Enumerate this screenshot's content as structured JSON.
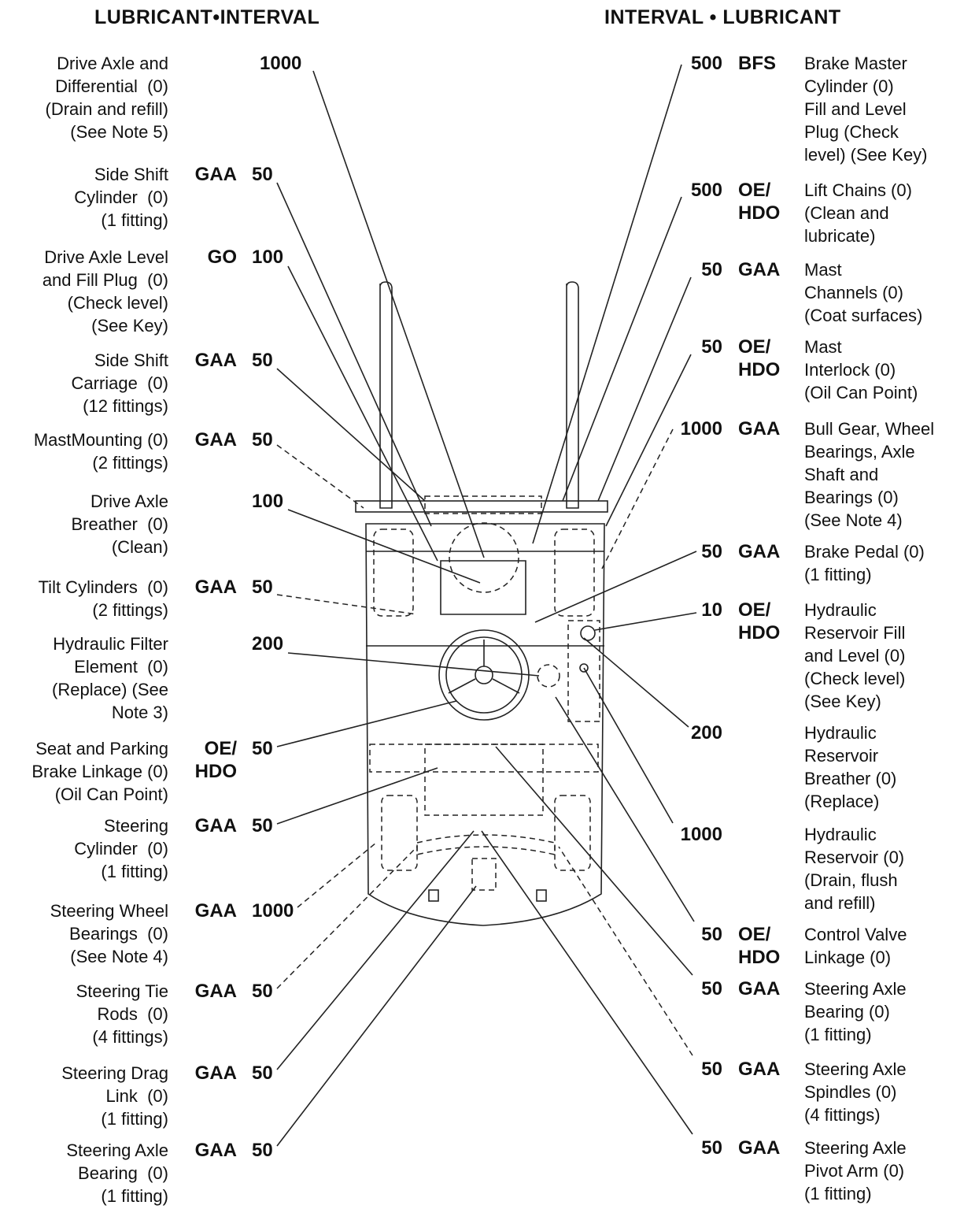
{
  "headers": {
    "left": "LUBRICANT•INTERVAL",
    "right": "INTERVAL • LUBRICANT"
  },
  "left_items": [
    {
      "desc": "Drive Axle and\nDifferential  (0)\n(Drain and refill)\n(See Note 5)",
      "code": "",
      "interval": "1000"
    },
    {
      "desc": "Side Shift\nCylinder  (0)\n(1 fitting)",
      "code": "GAA",
      "interval": "50"
    },
    {
      "desc": "Drive Axle Level\nand Fill Plug  (0)\n(Check level)\n(See Key)",
      "code": "GO",
      "interval": "100"
    },
    {
      "desc": "Side Shift\nCarriage  (0)\n(12 fittings)",
      "code": "GAA",
      "interval": "50"
    },
    {
      "desc": "MastMounting (0)\n(2 fittings)",
      "code": "GAA",
      "interval": "50"
    },
    {
      "desc": "Drive Axle\nBreather  (0)\n(Clean)",
      "code": "",
      "interval": "100"
    },
    {
      "desc": "Tilt Cylinders  (0)\n(2 fittings)",
      "code": "GAA",
      "interval": "50"
    },
    {
      "desc": "Hydraulic Filter\nElement  (0)\n(Replace) (See\nNote 3)",
      "code": "",
      "interval": "200"
    },
    {
      "desc": "Seat and Parking\nBrake Linkage (0)\n(Oil Can Point)",
      "code": "OE/\nHDO",
      "interval": "50"
    },
    {
      "desc": "Steering\nCylinder  (0)\n(1 fitting)",
      "code": "GAA",
      "interval": "50"
    },
    {
      "desc": "Steering Wheel\nBearings  (0)\n(See Note 4)",
      "code": "GAA",
      "interval": "1000"
    },
    {
      "desc": "Steering Tie\nRods  (0)\n(4 fittings)",
      "code": "GAA",
      "interval": "50"
    },
    {
      "desc": "Steering Drag\nLink  (0)\n(1 fitting)",
      "code": "GAA",
      "interval": "50"
    },
    {
      "desc": "Steering Axle\nBearing  (0)\n(1 fitting)",
      "code": "GAA",
      "interval": "50"
    }
  ],
  "right_items": [
    {
      "interval": "500",
      "code": "BFS",
      "desc": "Brake Master\nCylinder (0)\nFill and Level\nPlug (Check\nlevel) (See Key)"
    },
    {
      "interval": "500",
      "code": "OE/\nHDO",
      "desc": "Lift Chains (0)\n(Clean and\nlubricate)"
    },
    {
      "interval": "50",
      "code": "GAA",
      "desc": "Mast\nChannels (0)\n(Coat surfaces)"
    },
    {
      "interval": "50",
      "code": "OE/\nHDO",
      "desc": "Mast\nInterlock (0)\n(Oil Can Point)"
    },
    {
      "interval": "1000",
      "code": "GAA",
      "desc": "Bull Gear, Wheel\nBearings, Axle\nShaft and\nBearings (0)\n(See Note 4)"
    },
    {
      "interval": "50",
      "code": "GAA",
      "desc": "Brake Pedal (0)\n(1 fitting)"
    },
    {
      "interval": "10",
      "code": "OE/\nHDO",
      "desc": "Hydraulic\nReservoir Fill\nand Level (0)\n(Check level)\n(See Key)"
    },
    {
      "interval": "200",
      "code": "",
      "desc": "Hydraulic\nReservoir\nBreather (0)\n(Replace)"
    },
    {
      "interval": "1000",
      "code": "",
      "desc": "Hydraulic\nReservoir (0)\n(Drain, flush\nand refill)"
    },
    {
      "interval": "50",
      "code": "OE/\nHDO",
      "desc": "Control Valve\nLinkage (0)"
    },
    {
      "interval": "50",
      "code": "GAA",
      "desc": "Steering Axle\nBearing (0)\n(1 fitting)"
    },
    {
      "interval": "50",
      "code": "GAA",
      "desc": "Steering Axle\nSpindles (0)\n(4 fittings)"
    },
    {
      "interval": "50",
      "code": "GAA",
      "desc": "Steering Axle\nPivot Arm (0)\n(1 fitting)"
    }
  ]
}
